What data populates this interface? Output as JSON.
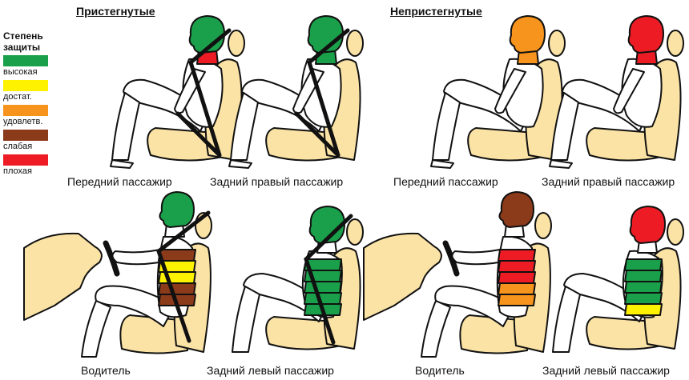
{
  "headings": {
    "buckled": "Пристегнутые",
    "unbuckled": "Непристегнутые"
  },
  "legend": {
    "title_line1": "Степень",
    "title_line2": "защиты",
    "items": [
      {
        "label": "высокая",
        "color": "#1aa04a"
      },
      {
        "label": "достат.",
        "color": "#fff200"
      },
      {
        "label": "удовлетв.",
        "color": "#f7941d"
      },
      {
        "label": "слабая",
        "color": "#8b3a1a"
      },
      {
        "label": "плохая",
        "color": "#ed1c24"
      }
    ]
  },
  "captions": {
    "front_passenger_buckled": "Передний пассажир",
    "rear_right_buckled": "Задний правый пассажир",
    "front_passenger_unbuckled": "Передний пассажир",
    "rear_right_unbuckled": "Задний правый пассажир",
    "driver_buckled": "Водитель",
    "rear_left_buckled": "Задний левый пассажир",
    "driver_unbuckled": "Водитель",
    "rear_left_unbuckled": "Задний левый пассажир"
  },
  "colors": {
    "seat": "#fbe3a5",
    "dashboard": "#fbe3a5",
    "outline": "#111111",
    "belt": "#111111"
  },
  "figures": {
    "front_passenger_buckled": {
      "head": "#1aa04a",
      "neck": "#ed1c24",
      "belt": true
    },
    "rear_right_buckled": {
      "head": "#1aa04a",
      "neck": "#1aa04a",
      "belt": true
    },
    "front_passenger_unbuckled": {
      "head": "#f7941d",
      "neck": "#f7941d",
      "belt": false
    },
    "rear_right_unbuckled": {
      "head": "#ed1c24",
      "neck": "#ed1c24",
      "belt": false
    },
    "driver_buckled": {
      "head": "#1aa04a",
      "chest": [
        "#8b3a1a",
        "#fff200",
        "#fff200",
        "#8b3a1a",
        "#8b3a1a"
      ],
      "belt": true
    },
    "rear_left_buckled": {
      "head": "#1aa04a",
      "chest": [
        "#1aa04a",
        "#1aa04a",
        "#1aa04a",
        "#1aa04a",
        "#1aa04a"
      ],
      "belt": true
    },
    "driver_unbuckled": {
      "head": "#8b3a1a",
      "chest": [
        "#ed1c24",
        "#ed1c24",
        "#ed1c24",
        "#f7941d",
        "#f7941d"
      ],
      "belt": false
    },
    "rear_left_unbuckled": {
      "head": "#ed1c24",
      "chest": [
        "#1aa04a",
        "#1aa04a",
        "#1aa04a",
        "#1aa04a",
        "#fff200"
      ],
      "belt": false
    }
  }
}
